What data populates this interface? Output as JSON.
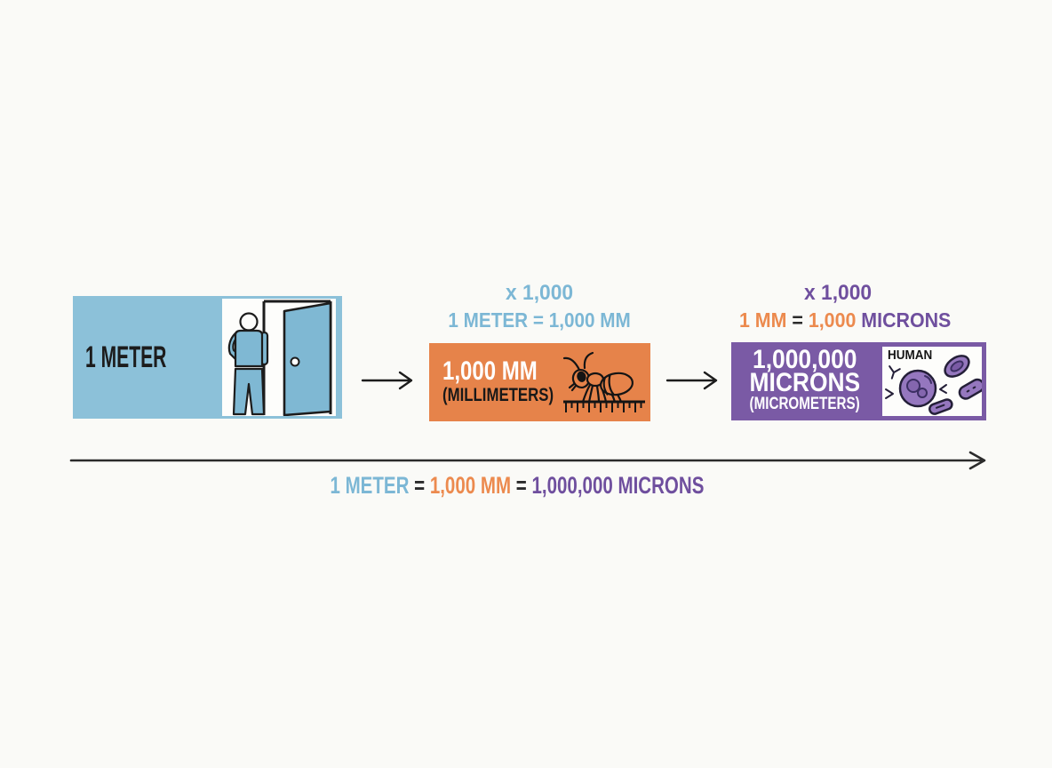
{
  "colors": {
    "background": "#fafaf7",
    "meter_blue": "#8cc1d9",
    "blue_text": "#7cb7d5",
    "mm_orange": "#e6834a",
    "orange_text": "#ec8a4e",
    "micron_purple": "#7a5aa5",
    "purple_text": "#6f4f9e",
    "ink": "#1c1c1c",
    "cell_fill": "#9577be"
  },
  "meter_box": {
    "label": "1 METER"
  },
  "mm_group": {
    "factor": "x 1,000",
    "equation": "1 METER = 1,000 MM",
    "box_label": "1,000 MM",
    "box_sublabel": "(MILLIMETERS)"
  },
  "micron_group": {
    "factor": "x 1,000",
    "equation_parts": [
      {
        "text": "1 MM",
        "color": "orange"
      },
      {
        "text": "=",
        "color": "ink"
      },
      {
        "text": "1,000",
        "color": "orange"
      },
      {
        "text": "MICRONS",
        "color": "purple"
      }
    ],
    "box_label_line1": "1,000,000",
    "box_label_line2": "MICRONS",
    "box_sublabel": "(MICROMETERS)",
    "panel_title": "HUMAN"
  },
  "footer_equation": {
    "parts": [
      {
        "text": "1 METER",
        "color": "blue"
      },
      {
        "text": "=",
        "color": "ink"
      },
      {
        "text": "1,000 MM",
        "color": "orange"
      },
      {
        "text": "=",
        "color": "ink"
      },
      {
        "text": "1,000,000 MICRONS",
        "color": "purple"
      }
    ]
  },
  "icons": {
    "person_at_door": "person-standing-in-doorway",
    "ant_on_ruler": "ant-on-ruler",
    "human_cells": "blood-cells-and-antibodies",
    "arrows": "right-arrow"
  }
}
